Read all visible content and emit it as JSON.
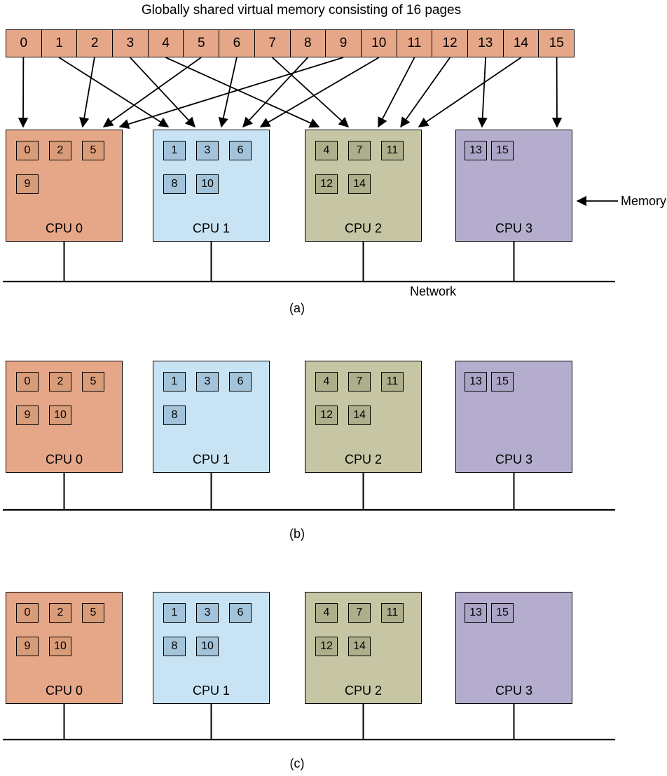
{
  "title": "Globally shared virtual memory consisting of 16 pages",
  "memory_label": "Memory",
  "network_label": "Network",
  "page_row": [
    "0",
    "1",
    "2",
    "3",
    "4",
    "5",
    "6",
    "7",
    "8",
    "9",
    "10",
    "11",
    "12",
    "13",
    "14",
    "15"
  ],
  "page_assignment_to_cpu": [
    0,
    1,
    0,
    1,
    2,
    0,
    1,
    2,
    1,
    0,
    1,
    2,
    2,
    3,
    2,
    3
  ],
  "colors": {
    "page_row_bg": "#E6A788",
    "cpu_bg": [
      "#E6A788",
      "#C8E4F4",
      "#C6C6A4",
      "#B5ADCD"
    ],
    "cpu_cell": [
      "#D99C79",
      "#A2C3D9",
      "#AEAE8C",
      "#ACA4C6"
    ],
    "line": "#000000"
  },
  "sections": [
    {
      "label": "(a)",
      "cpus": [
        {
          "name": "CPU 0",
          "rows": [
            [
              "0",
              "2",
              "5"
            ],
            [
              "9"
            ]
          ]
        },
        {
          "name": "CPU 1",
          "rows": [
            [
              "1",
              "3",
              "6"
            ],
            [
              "8",
              "10"
            ]
          ]
        },
        {
          "name": "CPU 2",
          "rows": [
            [
              "4",
              "7",
              "11"
            ],
            [
              "12",
              "14"
            ]
          ]
        },
        {
          "name": "CPU 3",
          "rows": [
            [
              "13",
              "15"
            ]
          ]
        }
      ]
    },
    {
      "label": "(b)",
      "cpus": [
        {
          "name": "CPU 0",
          "rows": [
            [
              "0",
              "2",
              "5"
            ],
            [
              "9",
              "10"
            ]
          ]
        },
        {
          "name": "CPU 1",
          "rows": [
            [
              "1",
              "3",
              "6"
            ],
            [
              "8"
            ]
          ]
        },
        {
          "name": "CPU 2",
          "rows": [
            [
              "4",
              "7",
              "11"
            ],
            [
              "12",
              "14"
            ]
          ]
        },
        {
          "name": "CPU 3",
          "rows": [
            [
              "13",
              "15"
            ]
          ]
        }
      ]
    },
    {
      "label": "(c)",
      "cpus": [
        {
          "name": "CPU 0",
          "rows": [
            [
              "0",
              "2",
              "5"
            ],
            [
              "9",
              "10"
            ]
          ]
        },
        {
          "name": "CPU 1",
          "rows": [
            [
              "1",
              "3",
              "6"
            ],
            [
              "8",
              "10"
            ]
          ]
        },
        {
          "name": "CPU 2",
          "rows": [
            [
              "4",
              "7",
              "11"
            ],
            [
              "12",
              "14"
            ]
          ]
        },
        {
          "name": "CPU 3",
          "rows": [
            [
              "13",
              "15"
            ]
          ]
        }
      ]
    }
  ]
}
